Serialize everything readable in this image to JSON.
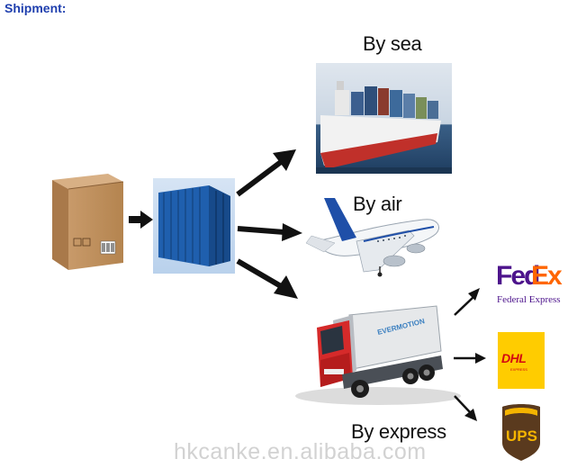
{
  "heading": "Shipment:",
  "labels": {
    "sea": "By sea",
    "air": "By air",
    "express": "By express"
  },
  "carriers": {
    "fedex_main_fed": "Fed",
    "fedex_main_ex": "Ex",
    "fedex_sub": "Federal Express",
    "dhl": "DHL",
    "dhl_sub": "EXPRESS",
    "ups": "UPS"
  },
  "truck_text": "EVERMOTION",
  "watermark": "hkcanke.en.alibaba.com",
  "colors": {
    "heading": "#1f3fae",
    "fedex_purple": "#4d148c",
    "fedex_orange": "#ff6600",
    "dhl_yellow": "#ffcc00",
    "dhl_red": "#d40511",
    "ups_brown": "#5a3a1e",
    "ups_gold": "#f5b400",
    "container_blue": "#1f5fae",
    "ship_hull_red": "#c0302a",
    "truck_cab_red": "#d52a2a"
  },
  "icons": [
    "carton-box-icon",
    "shipping-container-icon",
    "cargo-ship-icon",
    "airplane-icon",
    "truck-icon",
    "fedex-logo",
    "dhl-logo",
    "ups-logo"
  ]
}
